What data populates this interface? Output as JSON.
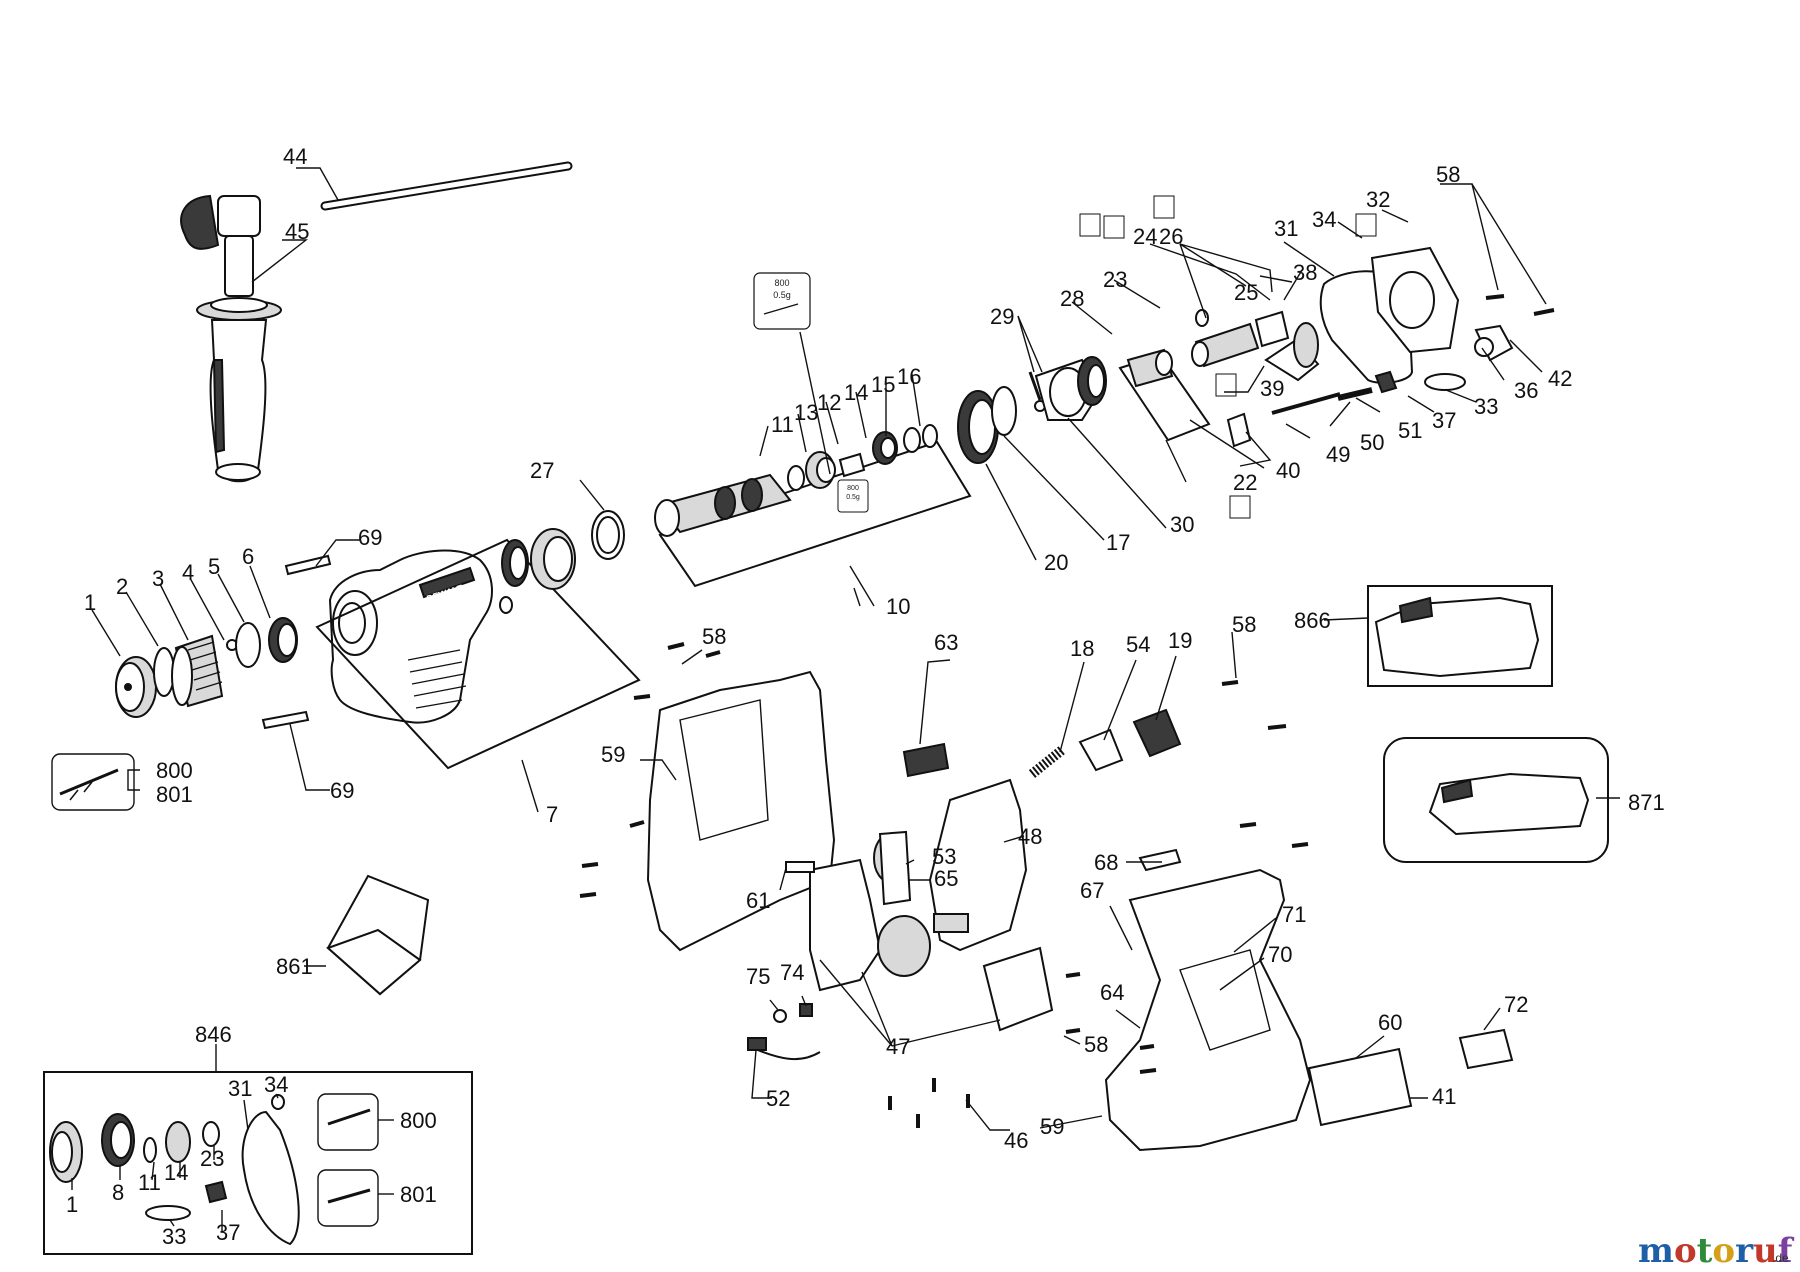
{
  "labels": {
    "l44": "44",
    "l45": "45",
    "l58a": "58",
    "l32": "32",
    "l34a": "34",
    "l31a": "31",
    "l24": "24",
    "l26": "26",
    "l25": "25",
    "l38": "38",
    "l23a": "23",
    "l28": "28",
    "l29": "29",
    "l39": "39",
    "l37a": "37",
    "l33a": "33",
    "l36": "36",
    "l42": "42",
    "l49": "49",
    "l50": "50",
    "l51": "51",
    "l40": "40",
    "l22": "22",
    "l11a": "11",
    "l13": "13",
    "l12": "12",
    "l14a": "14",
    "l15": "15",
    "l16": "16",
    "l27": "27",
    "l10": "10",
    "l20": "20",
    "l17": "17",
    "l30": "30",
    "l69a": "69",
    "l69b": "69",
    "l1a": "1",
    "l2": "2",
    "l3": "3",
    "l4": "4",
    "l5": "5",
    "l6": "6",
    "l7": "7",
    "l800a": "800",
    "l801a": "801",
    "l58b": "58",
    "l59a": "59",
    "l61": "61",
    "l63": "63",
    "l18": "18",
    "l54": "54",
    "l19": "19",
    "l58c": "58",
    "l866": "866",
    "l871": "871",
    "l48": "48",
    "l53": "53",
    "l65": "65",
    "l68": "68",
    "l67": "67",
    "l71": "71",
    "l70": "70",
    "l64": "64",
    "l58d": "58",
    "l75": "75",
    "l74": "74",
    "l47": "47",
    "l52": "52",
    "l60": "60",
    "l72": "72",
    "l41": "41",
    "l46": "46",
    "l59b": "59",
    "l861": "861",
    "l846": "846",
    "l1b": "1",
    "l8": "8",
    "l11b": "11",
    "l14b": "14",
    "l23b": "23",
    "l31b": "31",
    "l34b": "34",
    "l33b": "33",
    "l37b": "37",
    "l800b": "800",
    "l801b": "801"
  },
  "grease_tags": {
    "main": [
      "800",
      "0.5g"
    ],
    "small": [
      "800",
      "0.5g"
    ]
  },
  "brand_on_housing": "DEWALT",
  "watermark": {
    "name": "motoruf",
    "suffix": ".de",
    "colors": [
      "#1f5fa8",
      "#c0392b",
      "#2e8b3a",
      "#d4a017",
      "#1f5fa8",
      "#c0392b",
      "#7a3fa0"
    ]
  }
}
